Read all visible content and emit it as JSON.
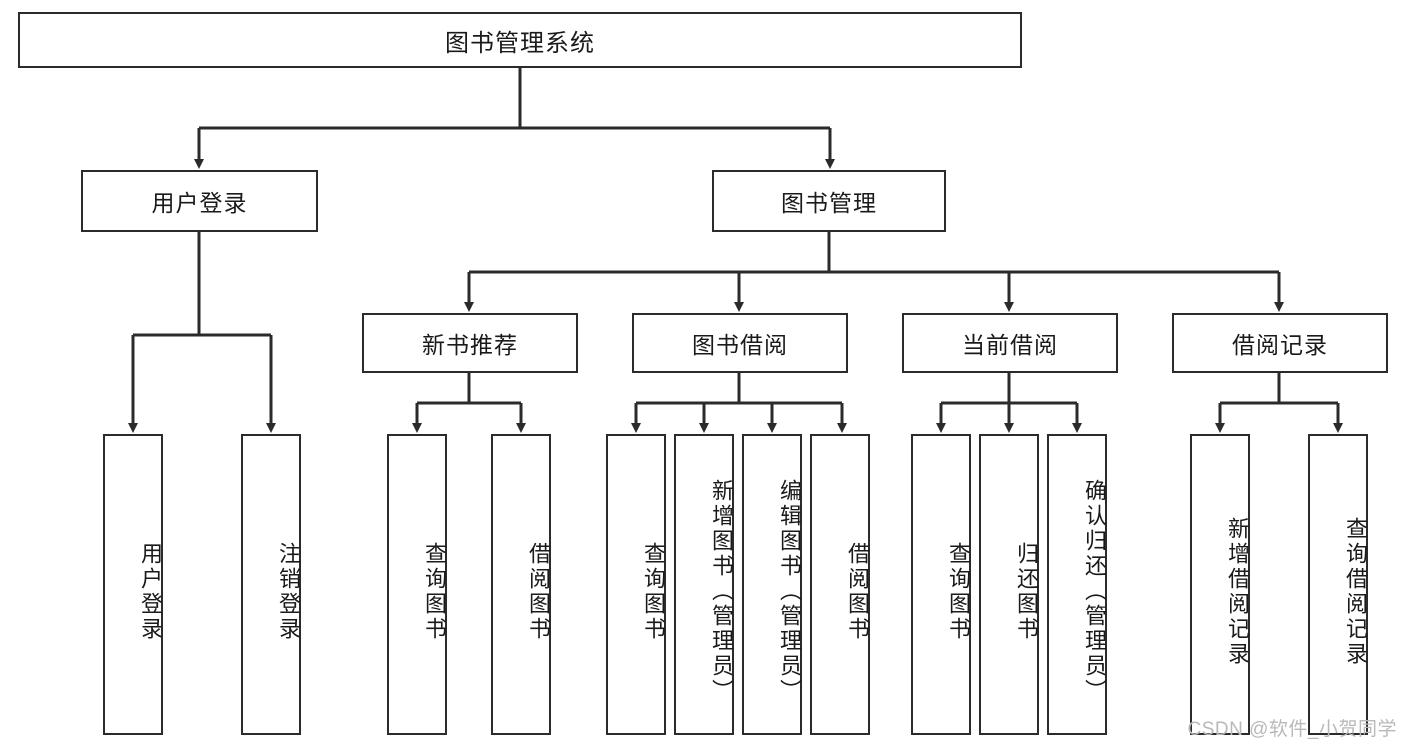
{
  "diagram": {
    "title": "图书管理系统",
    "type": "tree-hierarchy",
    "colors": {
      "box_border": "#2b2b2b",
      "box_fill": "#ffffff",
      "edge": "#2b2b2b",
      "text": "#1a1a1a",
      "watermark": "#b9b9b9"
    }
  },
  "root": {
    "label": "图书管理系统"
  },
  "level2": [
    {
      "label": "用户登录"
    },
    {
      "label": "图书管理"
    }
  ],
  "level3": [
    {
      "label": "新书推荐"
    },
    {
      "label": "图书借阅"
    },
    {
      "label": "当前借阅"
    },
    {
      "label": "借阅记录"
    }
  ],
  "leaves": {
    "user_login": [
      {
        "label": "用户登录"
      },
      {
        "label": "注销登录"
      }
    ],
    "new_book": [
      {
        "label": "查询图书"
      },
      {
        "label": "借阅图书"
      }
    ],
    "book_borrow": [
      {
        "label": "查询图书"
      },
      {
        "label": "新增图书（管理员）"
      },
      {
        "label": "编辑图书（管理员）"
      },
      {
        "label": "借阅图书"
      }
    ],
    "current_borrow": [
      {
        "label": "查询图书"
      },
      {
        "label": "归还图书"
      },
      {
        "label": "确认归还（管理员）"
      }
    ],
    "borrow_record": [
      {
        "label": "新增借阅记录"
      },
      {
        "label": "查询借阅记录"
      }
    ]
  },
  "watermark": {
    "text": "CSDN @软件_小贺同学"
  }
}
